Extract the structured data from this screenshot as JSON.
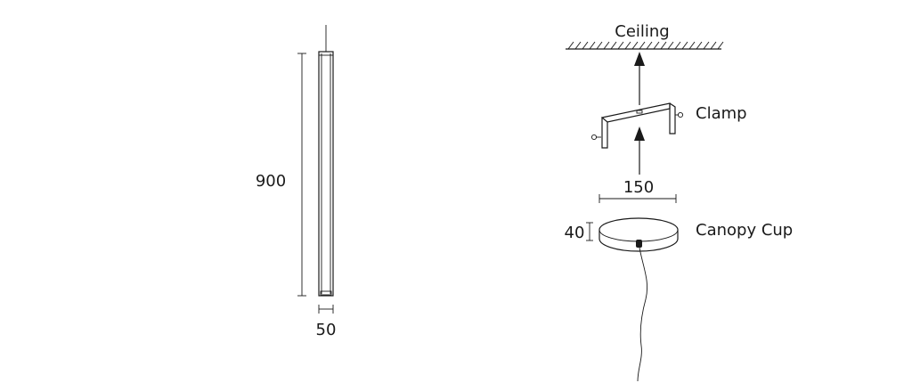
{
  "labels": {
    "ceiling": "Ceiling",
    "clamp": "Clamp",
    "canopy_cup": "Canopy Cup"
  },
  "dimensions": {
    "height": "900",
    "width": "50",
    "canopy_diameter": "150",
    "canopy_height": "40"
  },
  "colors": {
    "line": "#1a1a1a",
    "background": "#ffffff"
  }
}
